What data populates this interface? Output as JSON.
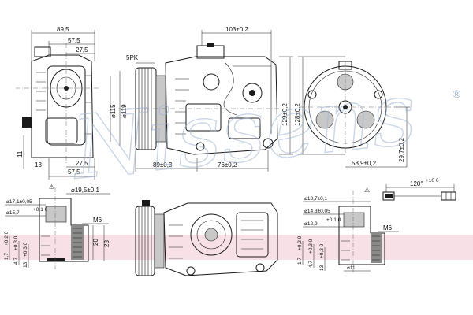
{
  "watermark": {
    "text": "Nissens",
    "mark": "®"
  },
  "front_view": {
    "dims": {
      "width_outer": "89,5",
      "width_mid": "57,5",
      "width_inner": "27,5",
      "height_a": "11",
      "height_b": "13",
      "bottom_inner": "27,5",
      "bottom_outer": "57,5"
    }
  },
  "side_view": {
    "dims": {
      "top_length": "103±0,2",
      "pulley_type": "5PK",
      "pulley_dia_outer": "⌀119",
      "pulley_dia_inner": "⌀115",
      "height_right": "129±0,2",
      "length_left": "89±0,3",
      "length_right": "76±0,2"
    }
  },
  "end_view": {
    "dims": {
      "height": "128±0,2",
      "port_offset_y": "29,7±0,2",
      "port_offset_x": "58,9±0,2"
    }
  },
  "detail_left": {
    "symbol": "⚠",
    "dims": {
      "dia_big": "⌀19,5±0,1",
      "dia_a": "⌀17,1±0,05",
      "dia_b": "⌀15,7",
      "dia_b_tol": "+0,1 0",
      "thread": "M6",
      "depth_a": "20",
      "depth_b": "23",
      "v1": "1,7",
      "v1_tol": "+0,2 0",
      "v2": "4,7",
      "v2_tol": "+0,3 0",
      "v3": "13",
      "v3_tol": "+0,3 0"
    }
  },
  "detail_right": {
    "symbol": "⚠",
    "dims": {
      "dia_big": "⌀18,7±0,1",
      "dia_a": "⌀14,3±0,05",
      "dia_b": "⌀12,9",
      "dia_b_tol": "+0,1 0",
      "thread": "M6",
      "dia_small": "⌀11",
      "v1": "1,7",
      "v1_tol": "+0,2 0",
      "v2": "4,7",
      "v2_tol": "+0,3 0",
      "v3": "13",
      "v3_tol": "+0,3 0"
    }
  },
  "connector": {
    "angle": "120°",
    "angle_tol": "+10 0"
  }
}
